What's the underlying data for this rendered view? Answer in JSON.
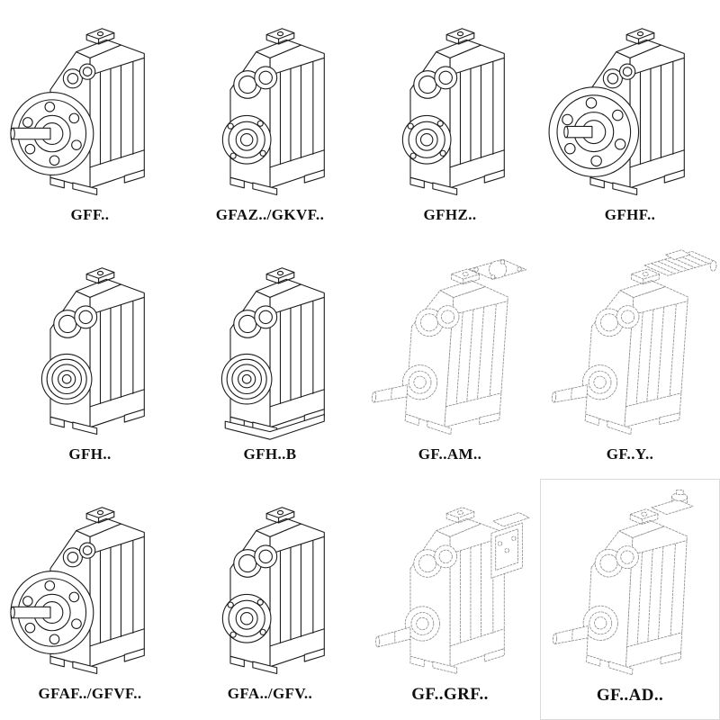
{
  "page": {
    "background": "#ffffff",
    "line_color": "#1c1c1c",
    "light_line_color": "#8f8f8f",
    "items": [
      {
        "label": "GFF..",
        "drawing": "gearbox-flange-shaft"
      },
      {
        "label": "GFAZ../GKVF..",
        "drawing": "gearbox-hollow-bore"
      },
      {
        "label": "GFHZ..",
        "drawing": "gearbox-hollow-bore"
      },
      {
        "label": "GFHF..",
        "drawing": "gearbox-flange"
      },
      {
        "label": "GFH..",
        "drawing": "gearbox-shaft-rings"
      },
      {
        "label": "GFH..B",
        "drawing": "gearbox-shaft-rings-base"
      },
      {
        "label": "GF..AM..",
        "drawing": "gearbox-light-am"
      },
      {
        "label": "GF..Y..",
        "drawing": "gearbox-light-motor"
      },
      {
        "label": "GFAF../GFVF..",
        "drawing": "gearbox-flange-shaft"
      },
      {
        "label": "GFA../GFV..",
        "drawing": "gearbox-hollow-bore"
      },
      {
        "label": "GF..GRF..",
        "drawing": "gearbox-light-grf"
      },
      {
        "label": "GF..AD..",
        "drawing": "gearbox-light-ad"
      }
    ]
  }
}
